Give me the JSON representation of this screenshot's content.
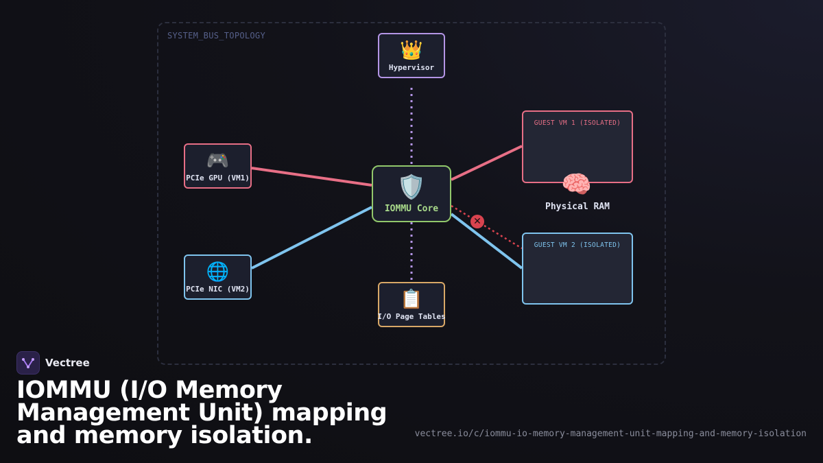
{
  "diagram": {
    "frame_label": "SYSTEM_BUS_TOPOLOGY",
    "nodes": {
      "hypervisor": {
        "icon": "crown-icon",
        "glyph": "👑",
        "label": "Hypervisor"
      },
      "gpu": {
        "icon": "gamepad-icon",
        "glyph": "🎮",
        "label": "PCIe GPU (VM1)"
      },
      "nic": {
        "icon": "globe-icon",
        "glyph": "🌐",
        "label": "PCIe NIC (VM2)"
      },
      "iommu": {
        "icon": "shield-icon",
        "glyph": "🛡️",
        "label": "IOMMU Core"
      },
      "page_tables": {
        "icon": "clipboard-icon",
        "glyph": "📋",
        "label": "I/O Page Tables"
      }
    },
    "memory": {
      "icon": "brain-icon",
      "glyph": "🧠",
      "label": "Physical RAM",
      "vm1_title": "GUEST VM 1 (ISOLATED)",
      "vm2_title": "GUEST VM 2 (ISOLATED)"
    },
    "blocked_icon": {
      "icon": "blocked-x-icon",
      "glyph": "✕"
    },
    "colors": {
      "vm1": "#e86f86",
      "vm2": "#7fc4ee",
      "hypervisor": "#b495e6",
      "iommu": "#92c86b",
      "page_tables": "#d9a867",
      "blocked": "#d9434f"
    }
  },
  "branding": {
    "name": "Vectree",
    "headline": "IOMMU (I/O Memory Management Unit) mapping and memory isolation.",
    "url": "vectree.io/c/iommu-io-memory-management-unit-mapping-and-memory-isolation"
  }
}
